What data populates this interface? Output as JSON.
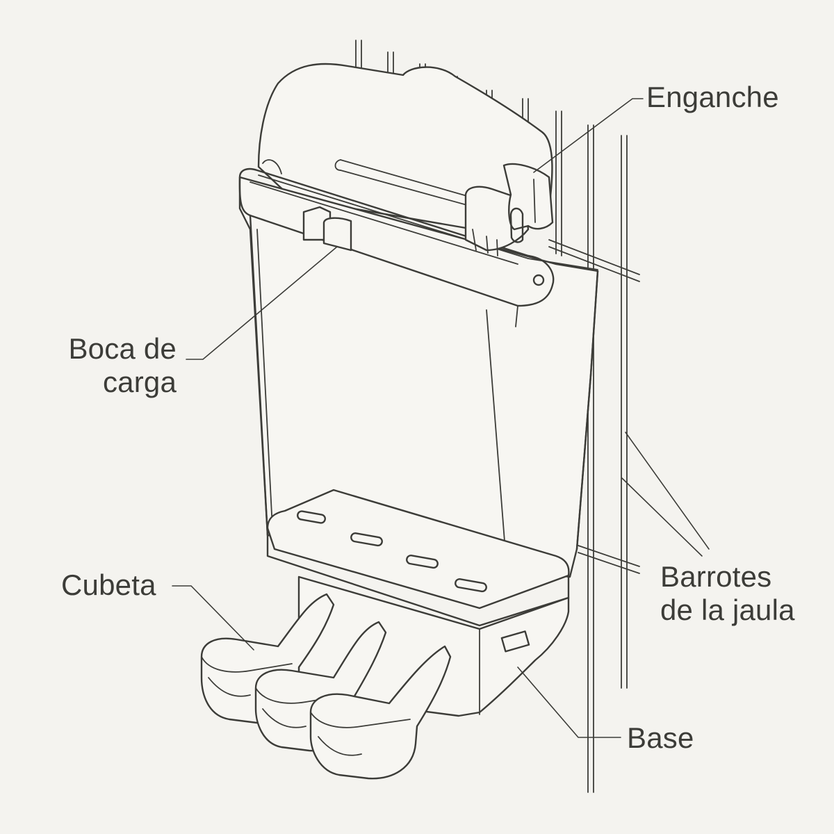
{
  "labels": {
    "enganche": "Enganche",
    "boca_line1": "Boca de",
    "boca_line2": "carga",
    "cubeta": "Cubeta",
    "barrotes_line1": "Barrotes",
    "barrotes_line2": "de la jaula",
    "base": "Base"
  },
  "colors": {
    "background": "#f4f3ef",
    "ink": "#3c3c38"
  }
}
